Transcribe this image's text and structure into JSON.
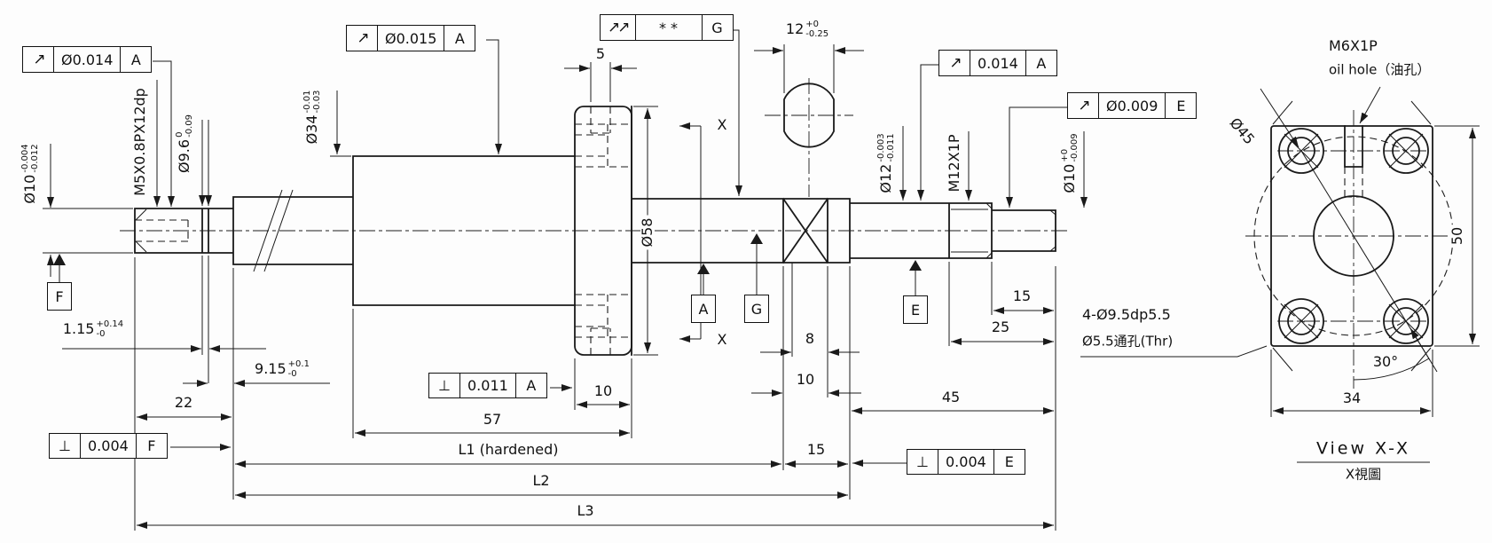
{
  "drawing": {
    "callouts": {
      "runout_left": {
        "symbol": "↗",
        "value": "Ø0.014",
        "datum": "A"
      },
      "runout_mid": {
        "symbol": "↗",
        "value": "Ø0.015",
        "datum": "A"
      },
      "runout_star": {
        "symbol": "↗↗",
        "value": "*  *",
        "datum": "G"
      },
      "runout_right": {
        "symbol": "↗",
        "value": "0.014",
        "datum": "A"
      },
      "runout_tip": {
        "symbol": "↗",
        "value": "Ø0.009",
        "datum": "E"
      },
      "perp_f": {
        "symbol": "⊥",
        "value": "0.004",
        "datum": "F"
      },
      "perp_a": {
        "symbol": "⊥",
        "value": "0.011",
        "datum": "A"
      },
      "perp_e": {
        "symbol": "⊥",
        "value": "0.004",
        "datum": "E"
      }
    },
    "datums": {
      "f": "F",
      "a": "A",
      "g": "G",
      "e": "E"
    },
    "labels": {
      "thread_left": "M5X0.8PX12dp",
      "dia10_left": {
        "base": "Ø10",
        "upper": "-0.004",
        "lower": "-0.012"
      },
      "dia9_6": {
        "base": "Ø9.6",
        "upper": "0",
        "lower": "-0.09"
      },
      "dia34": {
        "base": "Ø34",
        "upper": "-0.01",
        "lower": "-0.03"
      },
      "dia58": "Ø58",
      "dia12": {
        "base": "Ø12",
        "upper": "-0.003",
        "lower": "-0.011"
      },
      "thread_right": "M12X1P",
      "dia10_right": {
        "base": "Ø10",
        "upper": "+0",
        "lower": "-0.009"
      },
      "section_x": "X"
    },
    "dimensions": {
      "flats_width": {
        "base": "12",
        "upper": "+0",
        "lower": "-0.25"
      },
      "groove_width": {
        "base": "1.15",
        "upper": "+0.14",
        "lower": "-0"
      },
      "groove_pos": {
        "base": "9.15",
        "upper": "+0.1",
        "lower": "-0"
      },
      "slot": "5",
      "left_len": "22",
      "flange_t": "10",
      "barrel": "57",
      "l1": "L1 (hardened)",
      "l1_gap": "15",
      "l2": "L2",
      "l3": "L3",
      "flat_len": "8",
      "flat_total": "10",
      "right_45": "45",
      "right_25": "25",
      "right_15": "15"
    },
    "notes": {
      "holes1": "4-Ø9.5dp5.5",
      "holes2": "Ø5.5通孔(Thr)"
    },
    "end_view": {
      "thread": "M6X1P",
      "oil": "oil hole（油孔）",
      "bcd": "Ø45",
      "height": "50",
      "width": "34",
      "angle": "30°",
      "title": "View X-X",
      "title_cn": "X視圖"
    }
  }
}
